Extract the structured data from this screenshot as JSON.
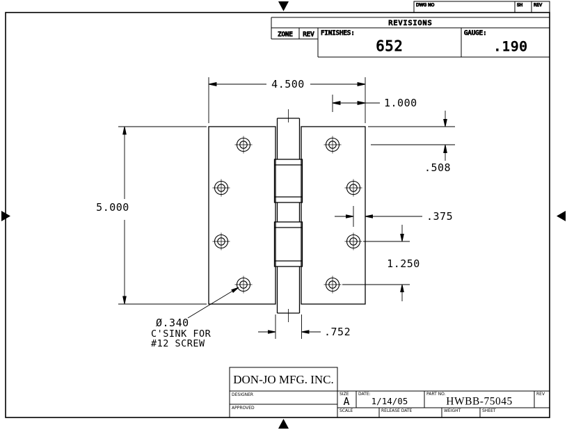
{
  "sheet": {
    "dwg_no_label": "DWG NO",
    "sh_label": "SH",
    "rev_label": "REV"
  },
  "revisions": {
    "title": "REVISIONS",
    "zone_label": "ZONE",
    "rev_label": "REV",
    "finishes_label": "FINISHES:",
    "finishes_value": "652",
    "gauge_label": "GAUGE:",
    "gauge_value": ".190"
  },
  "dimensions": {
    "overall_width": "4.500",
    "hole_edge_offset_h": "1.000",
    "hole_top_offset": ".508",
    "overall_height": "5.000",
    "hole_side_offset": ".375",
    "hole_row_spacing": "1.250",
    "knuckle_width": ".752"
  },
  "note": {
    "line1": "Ø.340",
    "line2": "C'SINK FOR",
    "line3": "#12 SCREW"
  },
  "title_block": {
    "company": "DON-JO MFG. INC.",
    "designer_label": "DESIGNER",
    "approved_label": "APPROVED",
    "size_label": "SIZE",
    "size_value": "A",
    "date_label": "DATE:",
    "date_value": "1/14/05",
    "part_label": "PART NO.",
    "part_value": "HWBB-75045",
    "rev_label": "REV",
    "scale_label": "SCALE",
    "release_label": "RELEASE DATE",
    "weight_label": "WEIGHT",
    "sheet_label": "SHEET"
  }
}
